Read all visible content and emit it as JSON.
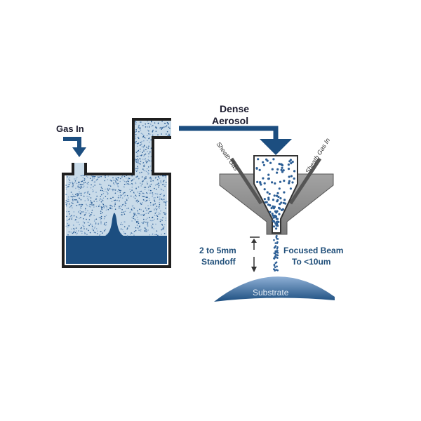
{
  "labels": {
    "gas_in": "Gas In",
    "dense_line1": "Dense",
    "dense_line2": "Aerosol",
    "sheath_left": "Sheath Gas",
    "sheath_right": "Sheath Gas In",
    "standoff_line1": "2 to 5mm",
    "standoff_line2": "Standoff",
    "beam_line1": "Focused Beam",
    "beam_line2": "To <10um",
    "substrate": "Substrate"
  },
  "colors": {
    "liquid": "#1c4e80",
    "aerosol": "#c9dbe9",
    "particle": "#2d5f96",
    "housing": "#8a8a8a",
    "arrow": "#1c4e80",
    "outline": "#1f1f1f",
    "substrate_top": "#7fa3cf",
    "substrate_bottom": "#1c4e80"
  }
}
